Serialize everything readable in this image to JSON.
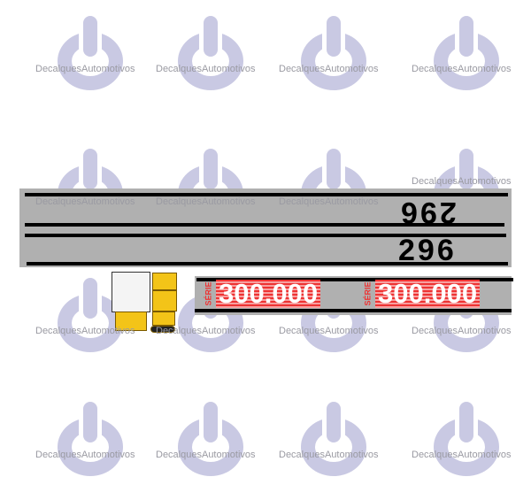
{
  "watermark": {
    "text": "DecalquesAutomotivos",
    "icon": "power-icon",
    "color": "#c9c9e3"
  },
  "decals": {
    "model_number": "296",
    "series_label": "SÉRIE",
    "series_number": "300.000"
  },
  "colors": {
    "panel": "#b0b0b0",
    "stripe": "#000000",
    "series_red": "#e33333",
    "sticker_yellow": "#f3c418"
  }
}
